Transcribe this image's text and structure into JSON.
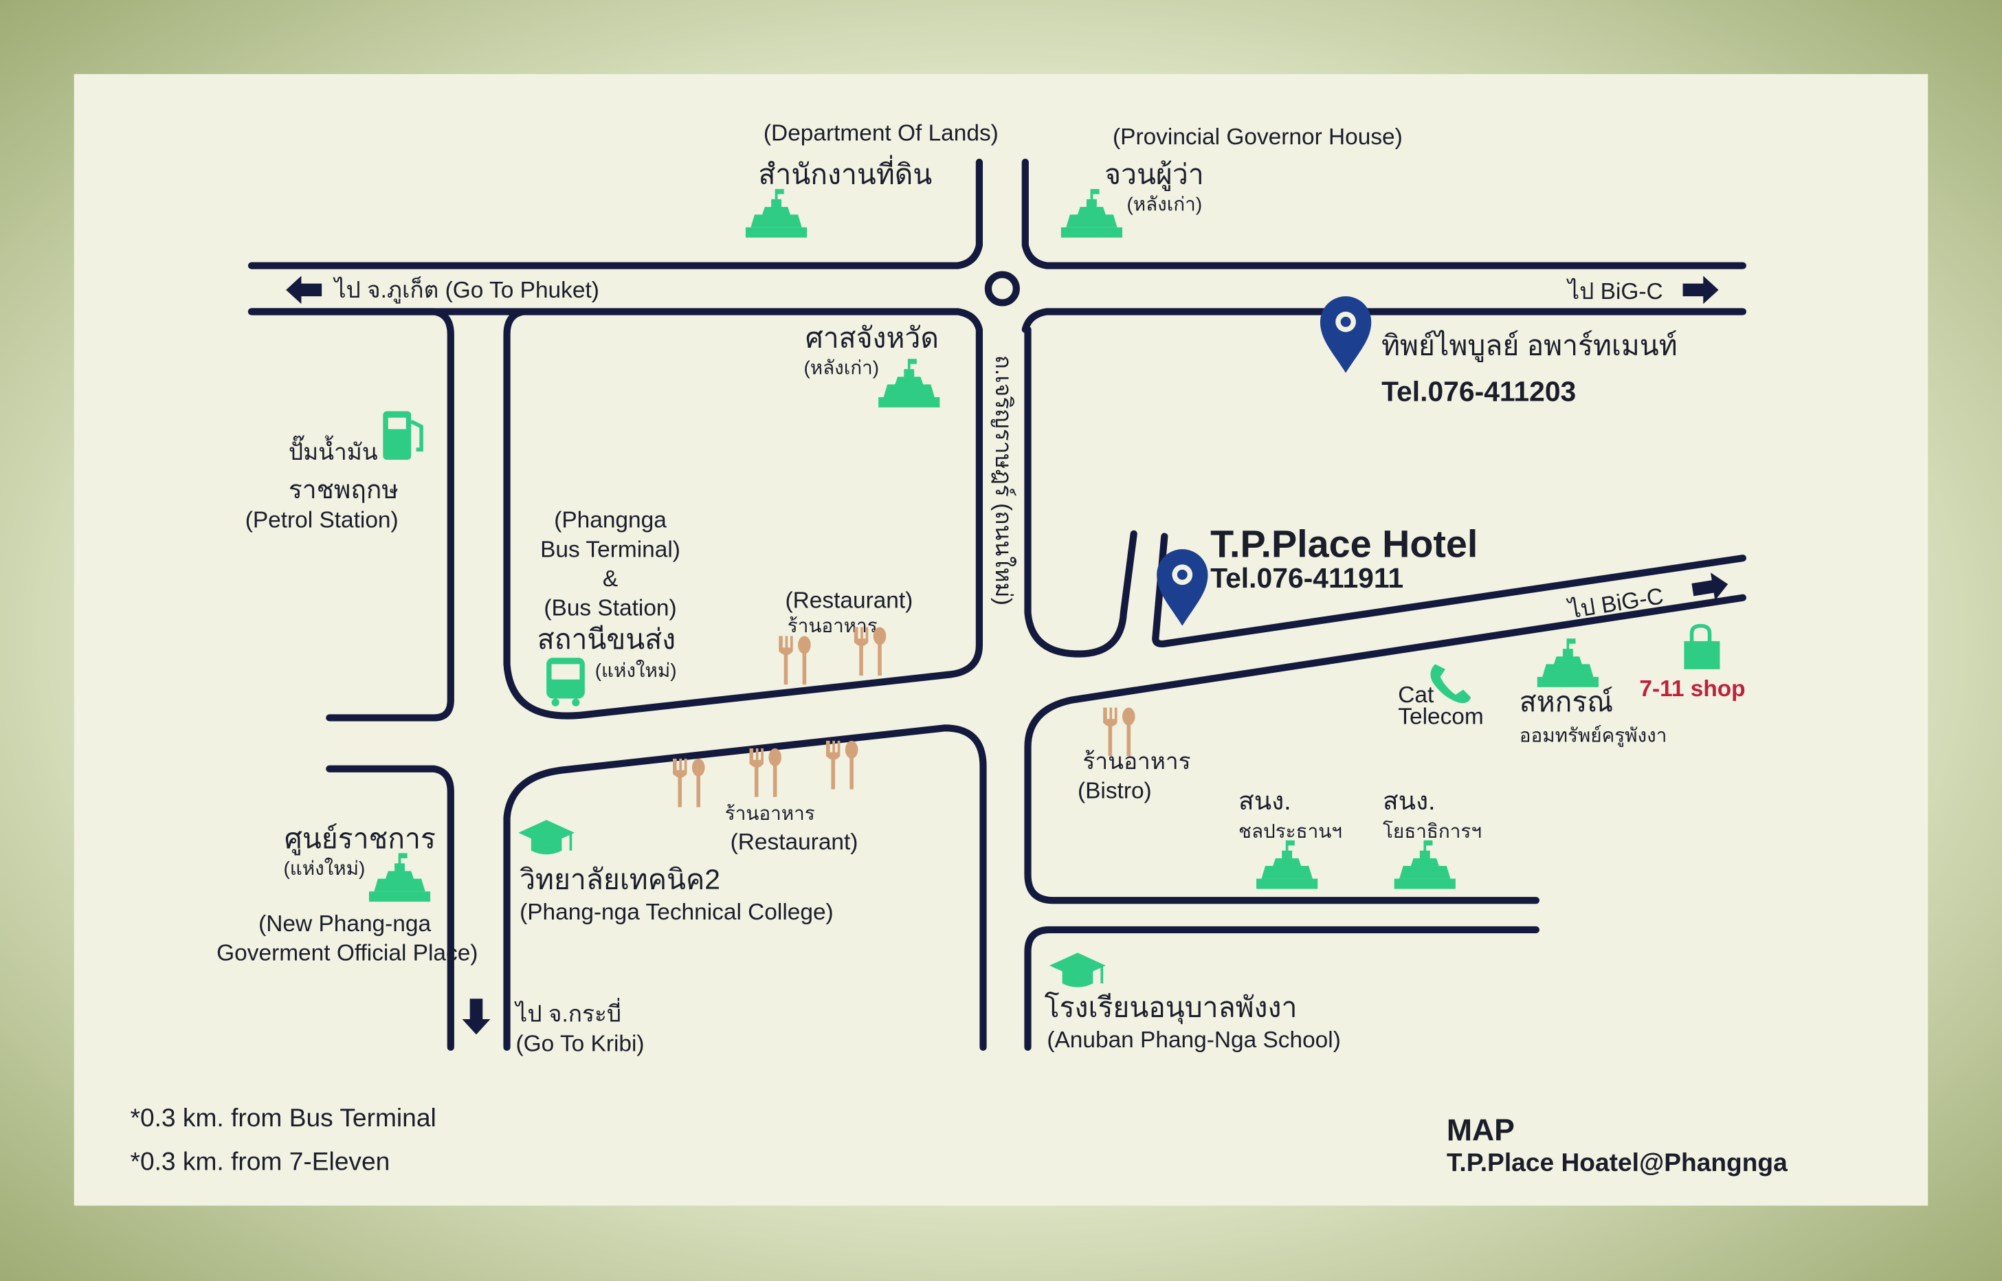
{
  "colors": {
    "road": "#141a3d",
    "landmark": "#2ecc85",
    "pin": "#1d3f8f",
    "restaurant": "#d4a27a",
    "shop_label": "#c0213a",
    "card": "#f1f2e2"
  },
  "top": {
    "lands_en": "(Department Of Lands)",
    "lands_th": "สำนักงานที่ดิน",
    "governor_en": "(Provincial Governor House)",
    "governor_th": "จวนผู้ว่า",
    "governor_sub": "(หลังเก่า)"
  },
  "roads": {
    "to_phuket": "ไป จ.ภูเก็ต (Go To Phuket)",
    "to_bigc_top": "ไป BiG-C",
    "to_bigc_diag": "ไป BiG-C",
    "to_krabi_th": "ไป จ.กระบี่",
    "to_krabi_en": "(Go To Kribi)",
    "central_road": "ถ.เจริญราษฎร์ (ถนนใหม่)"
  },
  "court": {
    "th": "ศาสจังหวัด",
    "sub": "(หลังเก่า)"
  },
  "apartment": {
    "name": "ทิพย์ไพบูลย์ อพาร์ทเมนท์",
    "tel": "Tel.076-411203"
  },
  "hotel": {
    "name": "T.P.Place Hotel",
    "tel": "Tel.076-411911"
  },
  "petrol": {
    "th1": "ปั๊มน้ำมัน",
    "th2": "ราชพฤกษ",
    "en": "(Petrol Station)"
  },
  "bus": {
    "en1": "(Phangnga",
    "en2": "Bus Terminal)",
    "amp": "&",
    "en3": "(Bus Station)",
    "th": "สถานีขนส่ง",
    "sub": "(แห่งใหม่)"
  },
  "restaurant1": {
    "en": "(Restaurant)",
    "th": "ร้านอาหาร"
  },
  "restaurant2": {
    "th": "ร้านอาหาร",
    "en": "(Restaurant)"
  },
  "college": {
    "th": "วิทยาลัยเทคนิค2",
    "en": "(Phang-nga Technical College)"
  },
  "gov": {
    "th": "ศูนย์ราชการ",
    "sub": "(แห่งใหม่)",
    "en1": "(New Phang-nga",
    "en2": "Goverment Official Place)"
  },
  "bistro": {
    "th": "ร้านอาหาร",
    "en": "(Bistro)"
  },
  "cat": {
    "l1": "Cat",
    "l2": "Telecom"
  },
  "coop": {
    "th": "สหกรณ์",
    "sub": "ออมทรัพย์ครูพังงา"
  },
  "shop": {
    "label": "7-11 shop"
  },
  "office1": {
    "th": "สนง.",
    "sub": "ชลประธานฯ"
  },
  "office2": {
    "th": "สนง.",
    "sub": "โยธาธิการฯ"
  },
  "school": {
    "th": "โรงเรียนอนุบาลพังงา",
    "en": "(Anuban Phang-Nga School)"
  },
  "notes": [
    "*0.3 km. from Bus Terminal",
    "*0.3 km. from 7-Eleven"
  ],
  "footer": {
    "title": "MAP",
    "subtitle": "T.P.Place Hoatel@Phangnga"
  }
}
